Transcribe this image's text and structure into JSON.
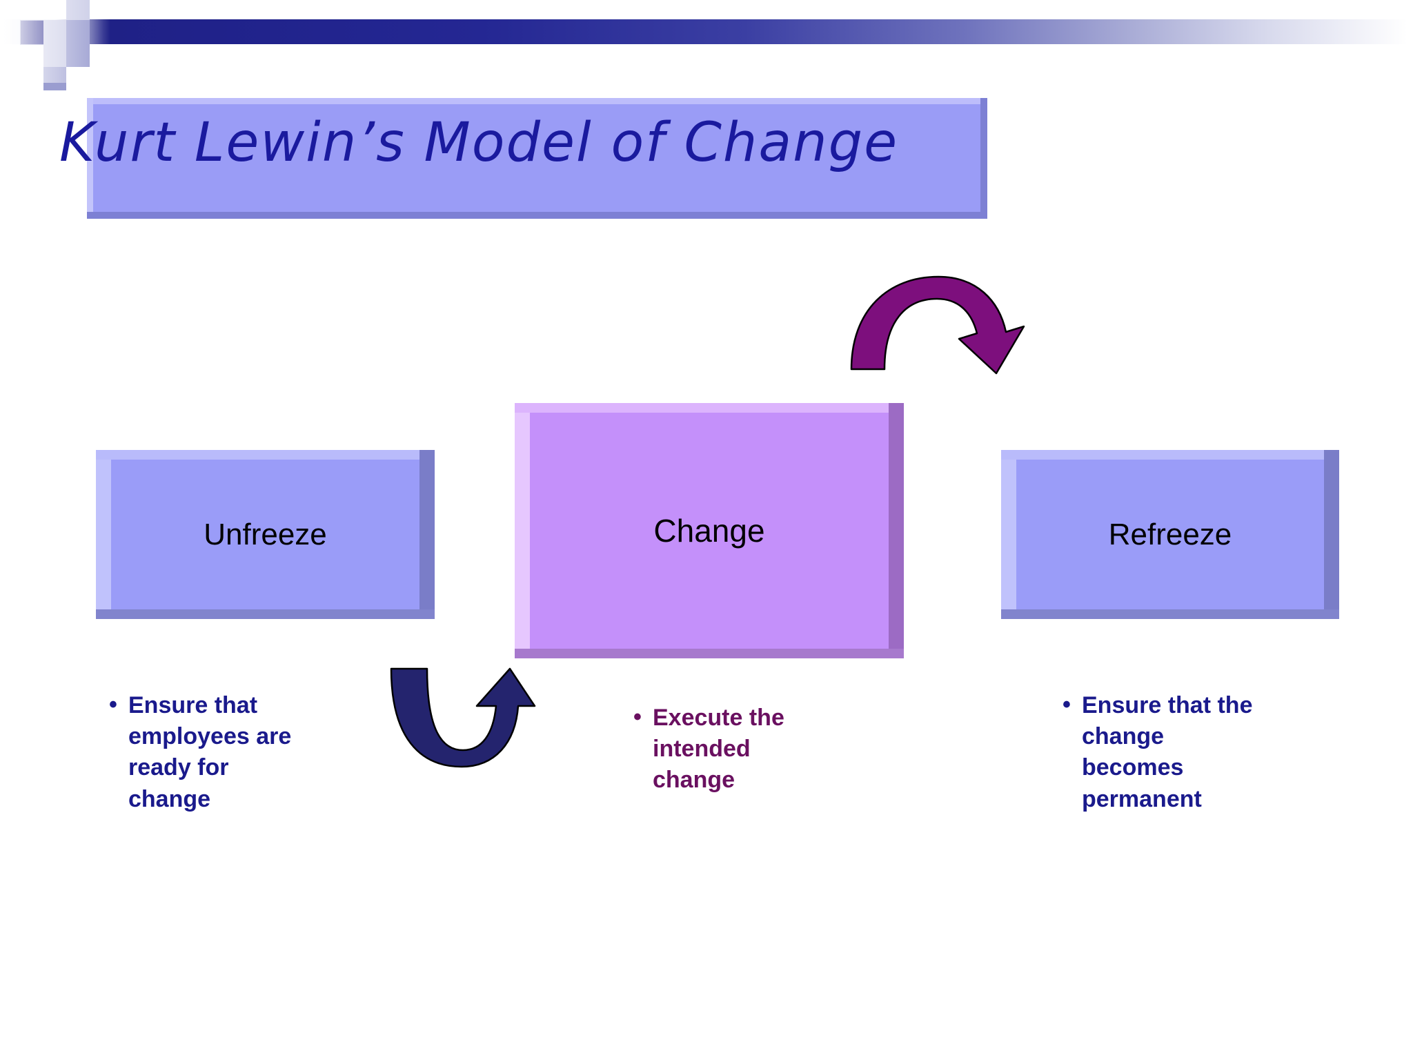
{
  "slide": {
    "title": "Kurt Lewin’s Model of Change",
    "background_color": "#ffffff"
  },
  "decor": {
    "header_bar_color_dark": "#20228a",
    "header_bar_color_light": "#ffffff",
    "mosaic_navy": "#000078",
    "mosaic_light": "#c9cbe6",
    "mosaic_medium": "#9a9dd0",
    "title_plate_color": "#9a9cf6",
    "title_text_color": "#1a1a9e"
  },
  "stages": [
    {
      "id": "unfreeze",
      "label": "Unfreeze",
      "box_color": "#9a9cf8",
      "text_color": "#000000",
      "bullets": [
        "Ensure that employees are ready for change"
      ],
      "bullet_color": "#1a1a8c"
    },
    {
      "id": "change",
      "label": "Change",
      "box_color": "#c490fa",
      "text_color": "#000000",
      "bullets": [
        "Execute the intended change"
      ],
      "bullet_color": "#6a1060"
    },
    {
      "id": "refreeze",
      "label": "Refreeze",
      "box_color": "#9a9cf8",
      "text_color": "#000000",
      "bullets": [
        "Ensure that the change becomes permanent"
      ],
      "bullet_color": "#1a1a8c"
    }
  ],
  "arrows": [
    {
      "id": "change-to-refreeze",
      "name": "curved-arrow-down-right",
      "color": "#7d0f7d",
      "direction": "arc-right-down"
    },
    {
      "id": "unfreeze-to-change",
      "name": "curved-arrow-up-right",
      "color": "#24246e",
      "direction": "u-turn-up-right"
    }
  ]
}
